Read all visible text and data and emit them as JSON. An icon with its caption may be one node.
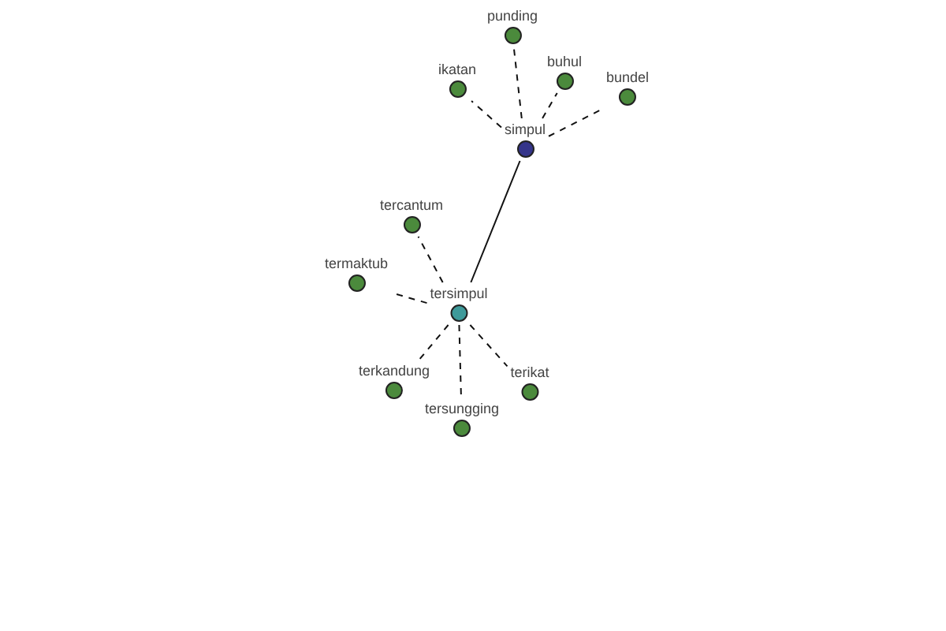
{
  "diagram": {
    "nodes": [
      {
        "text": [
          "punding"
        ]
      },
      {
        "text": [
          "ikatan"
        ]
      },
      {
        "text": [
          "buhul"
        ]
      },
      {
        "text": [
          "bundel"
        ]
      },
      {
        "text": [
          "simpul"
        ]
      },
      {
        "text": [
          "tercantum"
        ]
      },
      {
        "text": [
          "termaktub"
        ]
      },
      {
        "text": [
          "tersimpul"
        ]
      },
      {
        "text": [
          "terkandung"
        ]
      },
      {
        "text": [
          "terikat"
        ]
      },
      {
        "text": [
          "tersungging"
        ]
      }
    ],
    "edges": [
      {
        "from": 4,
        "to": 0,
        "arrow": "none",
        "style": "dashed"
      },
      {
        "from": 4,
        "to": 1,
        "arrow": "none",
        "style": "dashed"
      },
      {
        "from": 4,
        "to": 2,
        "arrow": "none",
        "style": "dashed"
      },
      {
        "from": 4,
        "to": 3,
        "arrow": "none",
        "style": "dashed"
      },
      {
        "from": 4,
        "to": 7,
        "arrow": "none"
      },
      {
        "from": 7,
        "to": 5,
        "arrow": "none",
        "style": "dashed"
      },
      {
        "from": 7,
        "to": 6,
        "arrow": "none",
        "style": "dashed"
      },
      {
        "from": 7,
        "to": 8,
        "arrow": "none",
        "style": "dashed"
      },
      {
        "from": 7,
        "to": 9,
        "arrow": "none",
        "style": "dashed"
      },
      {
        "from": 7,
        "to": 10,
        "arrow": "none",
        "style": "dashed"
      }
    ]
  }
}
